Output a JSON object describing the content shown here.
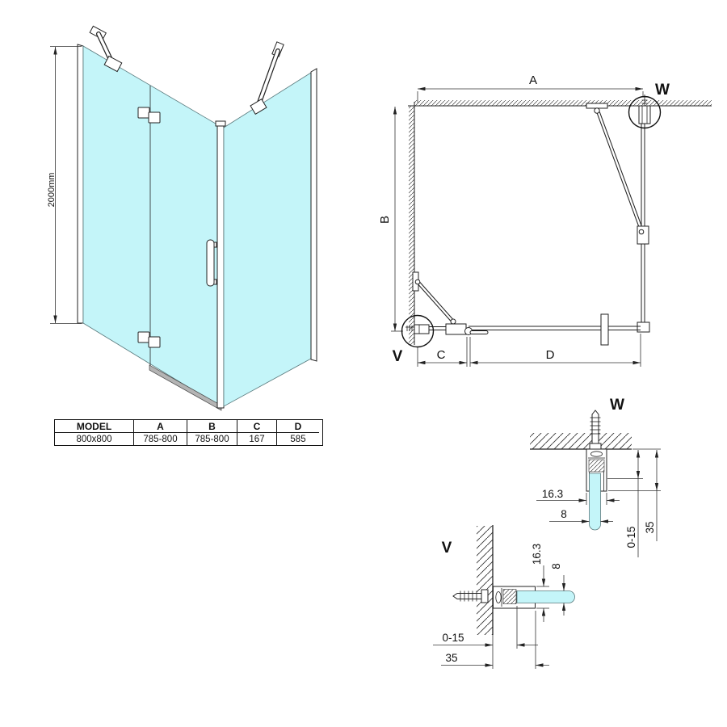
{
  "colors": {
    "glass": "#c4f5f9",
    "line": "#222222",
    "dim": "#333333",
    "sill": "#b4b4b4"
  },
  "iso_view": {
    "height_dim": "2000mm"
  },
  "plan_view": {
    "dim_a": "A",
    "dim_b": "B",
    "dim_c": "C",
    "dim_d": "D",
    "detail_marker_v": "V",
    "detail_marker_w": "W"
  },
  "spec_table": {
    "headers": [
      "MODEL",
      "A",
      "B",
      "C",
      "D"
    ],
    "rows": [
      [
        "800x800",
        "785-800",
        "785-800",
        "167",
        "585"
      ]
    ]
  },
  "detail_w": {
    "label": "W",
    "profile_width": "16.3",
    "glass_thickness": "8",
    "adjust_range": "0-15",
    "profile_depth": "35"
  },
  "detail_v": {
    "label": "V",
    "profile_width": "16.3",
    "glass_thickness": "8",
    "adjust_range": "0-15",
    "profile_depth": "35"
  }
}
